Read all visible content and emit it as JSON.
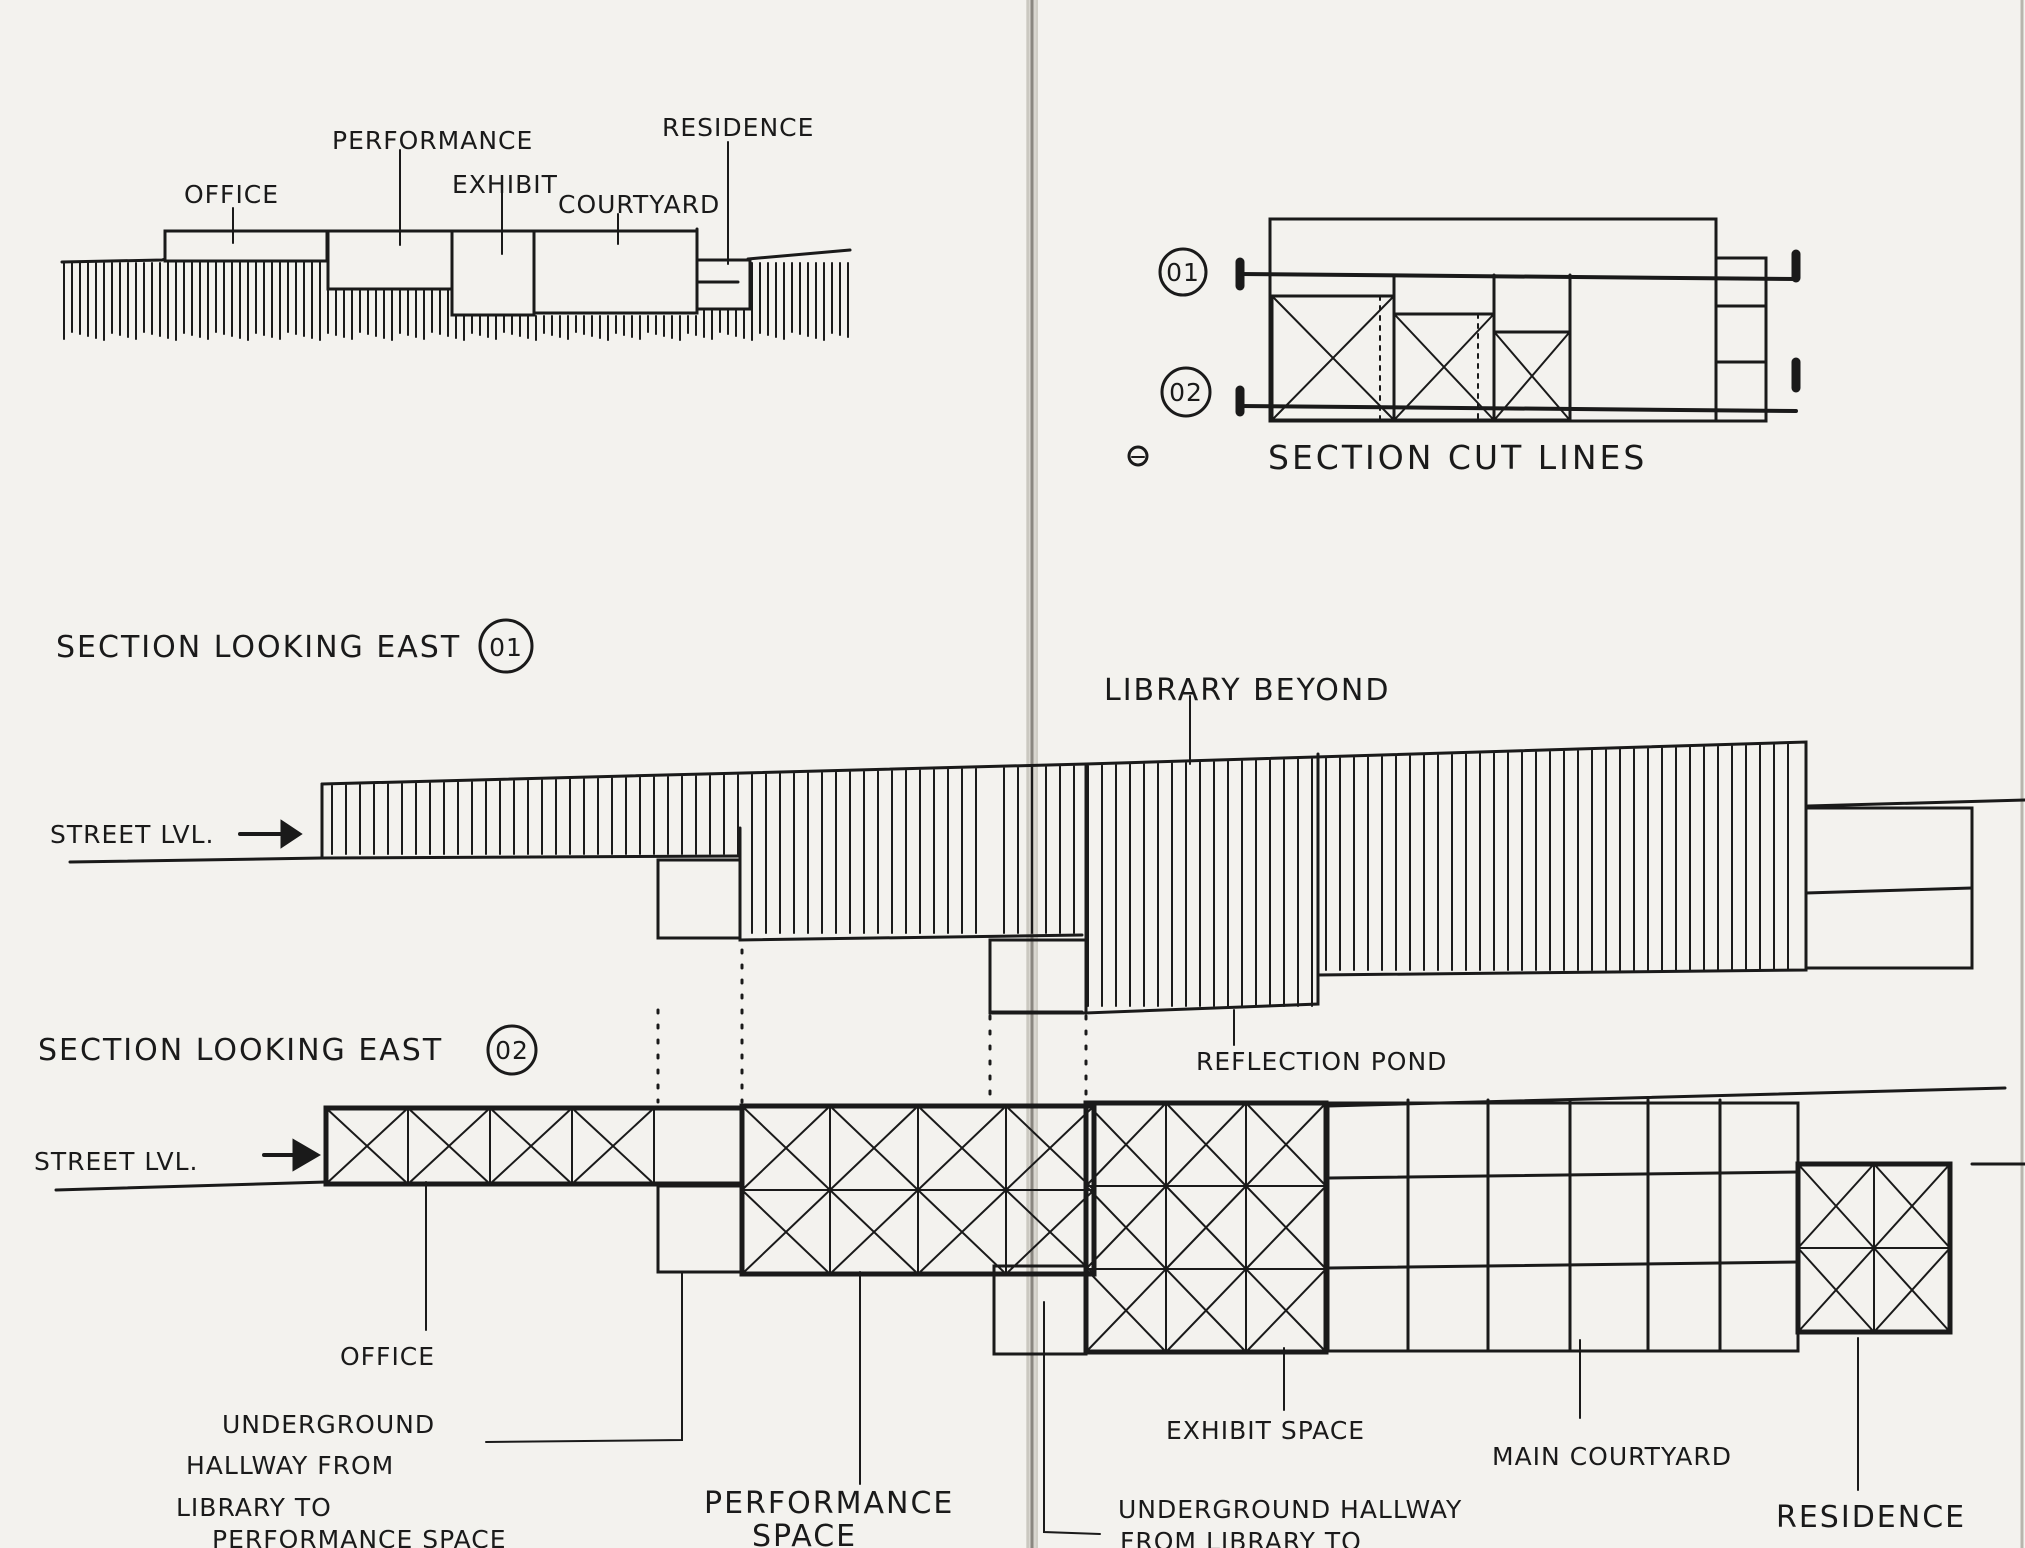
{
  "plan_labels": {
    "office": "OFFICE",
    "performance": "PERFORMANCE",
    "exhibit": "EXHIBIT",
    "courtyard": "COURTYARD",
    "residence": "RESIDENCE"
  },
  "section_cut": {
    "marker_01": "01",
    "marker_02": "02",
    "title": "SECTION CUT LINES"
  },
  "section_01": {
    "title": "SECTION LOOKING EAST",
    "number": "01",
    "street_level": "STREET LVL.",
    "library_beyond": "LIBRARY BEYOND",
    "reflection_pond": "REFLECTION POND"
  },
  "section_02": {
    "title": "SECTION LOOKING EAST",
    "number": "02",
    "street_level": "STREET LVL.",
    "office": "OFFICE",
    "underground_hallway_1": [
      "UNDERGROUND",
      "HALLWAY FROM",
      "LIBRARY TO",
      "PERFORMANCE SPACE"
    ],
    "performance_space": [
      "PERFORMANCE",
      "SPACE"
    ],
    "underground_hallway_2": [
      "UNDERGROUND HALLWAY",
      "FROM LIBRARY TO"
    ],
    "exhibit_space": "EXHIBIT SPACE",
    "main_courtyard": "MAIN COURTYARD",
    "residence": "RESIDENCE"
  }
}
